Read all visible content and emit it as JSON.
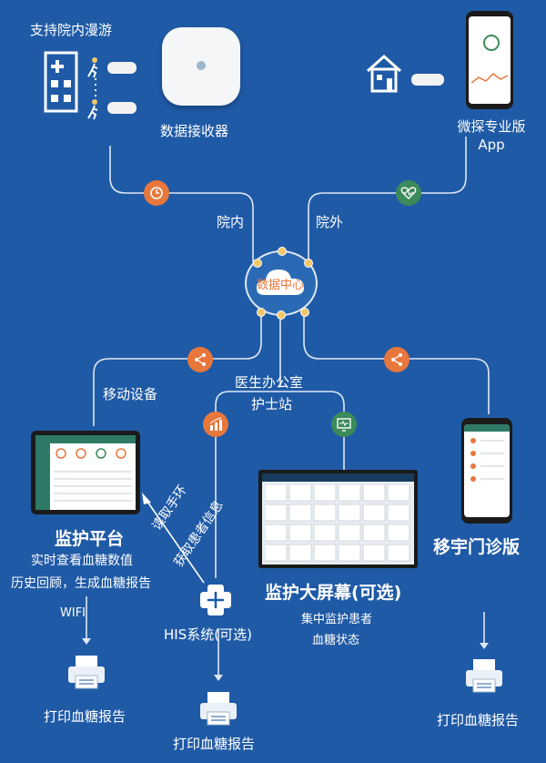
{
  "top_left": {
    "roaming": "支持院内漫游",
    "receiver": "数据接收器"
  },
  "top_right": {
    "app_line1": "微探专业版",
    "app_line2": "App"
  },
  "hub": {
    "label": "数据中心",
    "in_hospital": "院内",
    "out_hospital": "院外"
  },
  "branches": {
    "mobile": "移动设备",
    "office_line1": "医生办公室",
    "office_line2": "护士站"
  },
  "monitoring_platform": {
    "title": "监护平台",
    "line1": "实时查看血糖数值",
    "line2": "历史回顾，生成血糖报告",
    "wifi": "WIFI"
  },
  "his": {
    "read_band": "读取手环",
    "get_info": "获取患者信息",
    "label": "HIS系统(可选)"
  },
  "big_screen": {
    "title": "监护大屏幕(可选)",
    "line1": "集中监护患者",
    "line2": "血糖状态"
  },
  "clinic": {
    "title": "移宇门诊版"
  },
  "print": {
    "left": "打印血糖报告",
    "middle": "打印血糖报告",
    "right": "打印血糖报告"
  },
  "colors": {
    "background": "#1f5aa6",
    "orange": "#e8773c",
    "green": "#3c8a5a",
    "line": "#dfe8f5"
  }
}
